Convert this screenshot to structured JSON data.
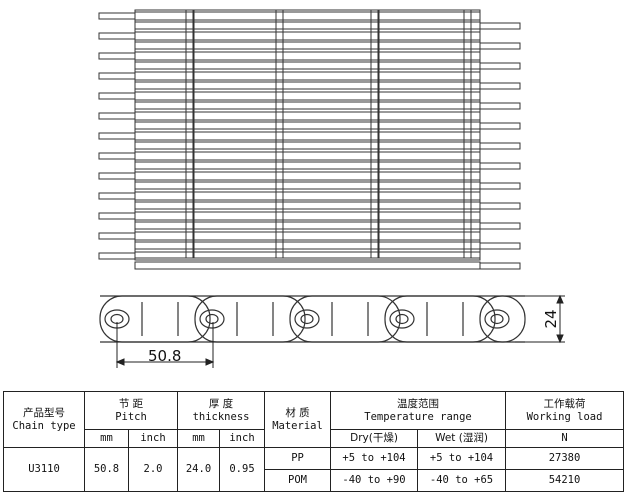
{
  "drawing": {
    "pitch_dim": "50.8",
    "height_dim": "24"
  },
  "table": {
    "model_cn": "产品型号",
    "model_en": "Chain type",
    "pitch_cn": "节 距",
    "pitch_en": "Pitch",
    "thick_cn": "厚  度",
    "thick_en": "thickness",
    "unit_mm": "mm",
    "unit_inch": "inch",
    "material_cn": "材 质",
    "material_en": "Material",
    "temp_cn": "温度范围",
    "temp_en": "Temperature range",
    "dry": "Dry(干燥)",
    "wet": "Wet (湿润)",
    "load_cn": "工作载荷",
    "load_en": "Working load",
    "load_unit": "N",
    "model": "U3110",
    "pitch_mm": "50.8",
    "pitch_inch": "2.0",
    "thick_mm": "24.0",
    "thick_inch": "0.95",
    "rows": [
      {
        "material": "PP",
        "dry": "+5 to +104",
        "wet": "+5 to +104",
        "load": "27380"
      },
      {
        "material": "POM",
        "dry": "-40 to +90",
        "wet": "-40 to +65",
        "load": "54210"
      }
    ]
  }
}
